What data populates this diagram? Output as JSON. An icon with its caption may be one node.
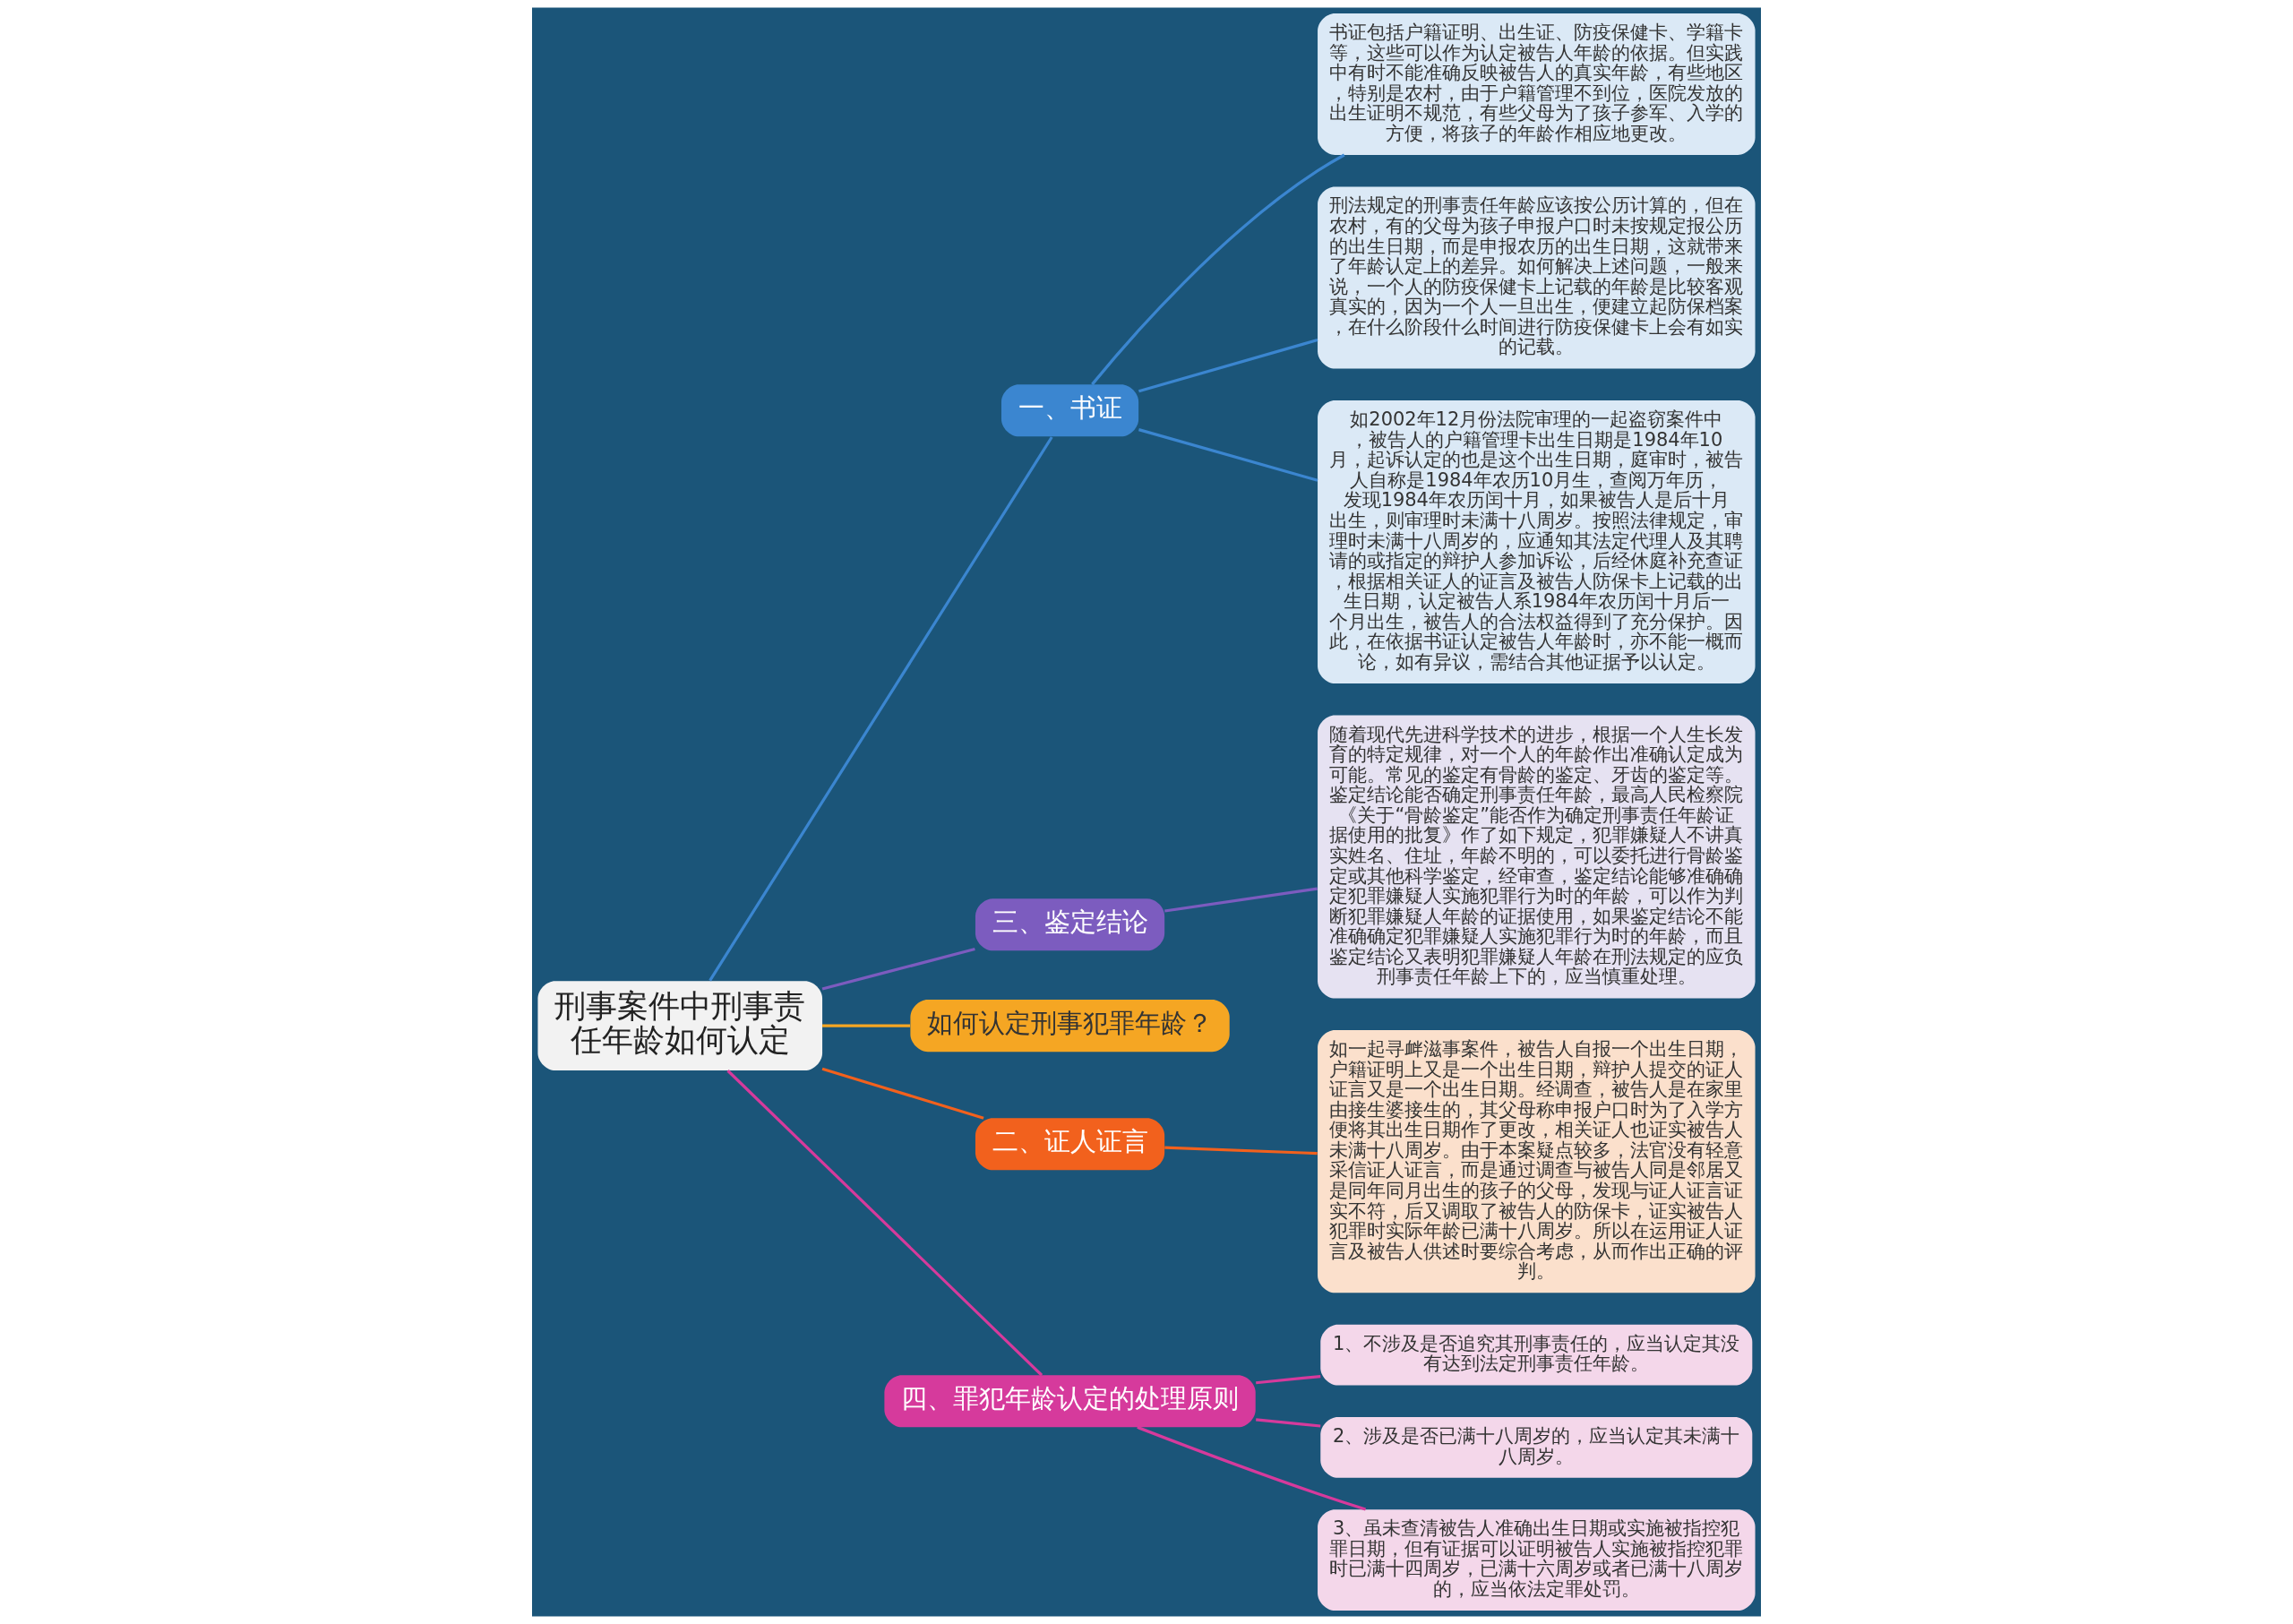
{
  "diagram": {
    "nodes": [
      {
        "text": [
          "刑事案件中刑事责任年龄如何认定"
        ]
      },
      {
        "text": [
          "一、书证"
        ]
      },
      {
        "text": [
          "书证包括户籍证明、出生证、防疫保健卡、学籍卡等，这些可以作为认定被告人年龄的依据。但实践中有时不能准确反映被告人的真实年龄，有些地区，特别是农村，由于户籍管理不到位，医院发放的出生证明不规范，有些父母为了孩子参军、入学的方便，将孩子的年龄作相应地更改。"
        ]
      },
      {
        "text": [
          "刑法规定的刑事责任年龄应该按公历计算的，但在农村，有的父母为孩子申报户口时未按规定报公历的出生日期，而是申报农历的出生日期，这就带来了年龄认定上的差异。如何解决上述问题，一般来说，一个人的防疫保健卡上记载的年龄是比较客观真实的，因为一个人一旦出生，便建立起防保档案，在什么阶段什么时间进行防疫保健卡上会有如实的记载。"
        ]
      },
      {
        "text": [
          "如2002年12月份法院审理的一起盗窃案件中，被告人的户籍管理卡出生日期是1984年10月，起诉认定的也是这个出生日期，庭审时，被告人自称是1984年农历10月生，查阅万年历，发现1984年农历闰十月，如果被告人是后十月出生，则审理时未满十八周岁。按照法律规定，审理时未满十八周岁的，应通知其法定代理人及其聘请的或指定的辩护人参加诉讼，后经休庭补充查证，根据相关证人的证言及被告人防保卡上记载的出生日期，认定被告人系1984年农历闰十月后一个月出生，被告人的合法权益得到了充分保护。因此，在依据书证认定被告人年龄时，亦不能一概而论，如有异议，需结合其他证据予以认定。"
        ]
      },
      {
        "text": [
          "三、鉴定结论"
        ]
      },
      {
        "text": [
          "随着现代先进科学技术的进步，根据一个人生长发育的特定规律，对一个人的年龄作出准确认定成为可能。常见的鉴定有骨龄的鉴定、牙齿的鉴定等。鉴定结论能否确定刑事责任年龄，最高人民检察院《关于“骨龄鉴定”能否作为确定刑事责任年龄证据使用的批复》作了如下规定，犯罪嫌疑人不讲真实姓名、住址，年龄不明的，可以委托进行骨龄鉴定或其他科学鉴定，经审查，鉴定结论能够准确确定犯罪嫌疑人实施犯罪行为时的年龄，可以作为判断犯罪嫌疑人年龄的证据使用，如果鉴定结论不能准确确定犯罪嫌疑人实施犯罪行为时的年龄，而且鉴定结论又表明犯罪嫌疑人年龄在刑法规定的应负刑事责任年龄上下的，应当慎重处理。"
        ]
      },
      {
        "text": [
          "如何认定刑事犯罪年龄？"
        ]
      },
      {
        "text": [
          "二、证人证言"
        ]
      },
      {
        "text": [
          "如一起寻衅滋事案件，被告人自报一个出生日期，户籍证明上又是一个出生日期，辩护人提交的证人证言又是一个出生日期。经调查，被告人是在家里由接生婆接生的，其父母称申报户口时为了入学方便将其出生日期作了更改，相关证人也证实被告人未满十八周岁。由于本案疑点较多，法官没有轻意采信证人证言，而是通过调查与被告人同是邻居又是同年同月出生的孩子的父母，发现与证人证言证实不符，后又调取了被告人的防保卡，证实被告人犯罪时实际年龄已满十八周岁。所以在运用证人证言及被告人供述时要综合考虑，从而作出正确的评判。"
        ]
      },
      {
        "text": [
          "四、罪犯年龄认定的处理原则"
        ]
      },
      {
        "text": [
          "1、不涉及是否追究其刑事责任的，应当认定其没有达到法定刑事责任年龄。"
        ]
      },
      {
        "text": [
          "2、涉及是否已满十八周岁的，应当认定其未满十八周岁。"
        ]
      },
      {
        "text": [
          "3、虽未查清被告人准确出生日期或实施被指控犯罪日期，但有证据可以证明被告人实施被指控犯罪时已满十四周岁，已满十六周岁或者已满十八周岁的，应当依法定罪处罚。"
        ]
      }
    ],
    "edges": [
      {
        "from": 0,
        "to": 1,
        "arrow": "none",
        "color": "#3b86d0"
      },
      {
        "from": 1,
        "to": 2,
        "arrow": "none",
        "color": "#3b86d0"
      },
      {
        "from": 1,
        "to": 3,
        "arrow": "none",
        "color": "#3b86d0"
      },
      {
        "from": 1,
        "to": 4,
        "arrow": "none",
        "color": "#3b86d0"
      },
      {
        "from": 0,
        "to": 5,
        "arrow": "none",
        "color": "#7c5cbf"
      },
      {
        "from": 5,
        "to": 6,
        "arrow": "none",
        "color": "#7c5cbf"
      },
      {
        "from": 0,
        "to": 7,
        "arrow": "none",
        "color": "#f5a623"
      },
      {
        "from": 0,
        "to": 8,
        "arrow": "none",
        "color": "#f2611d"
      },
      {
        "from": 8,
        "to": 9,
        "arrow": "none",
        "color": "#f2611d"
      },
      {
        "from": 0,
        "to": 10,
        "arrow": "none",
        "color": "#d63a9c"
      },
      {
        "from": 10,
        "to": 11,
        "arrow": "none",
        "color": "#d63a9c"
      },
      {
        "from": 10,
        "to": 12,
        "arrow": "none",
        "color": "#d63a9c"
      },
      {
        "from": 10,
        "to": 13,
        "arrow": "none",
        "color": "#d63a9c"
      }
    ]
  }
}
